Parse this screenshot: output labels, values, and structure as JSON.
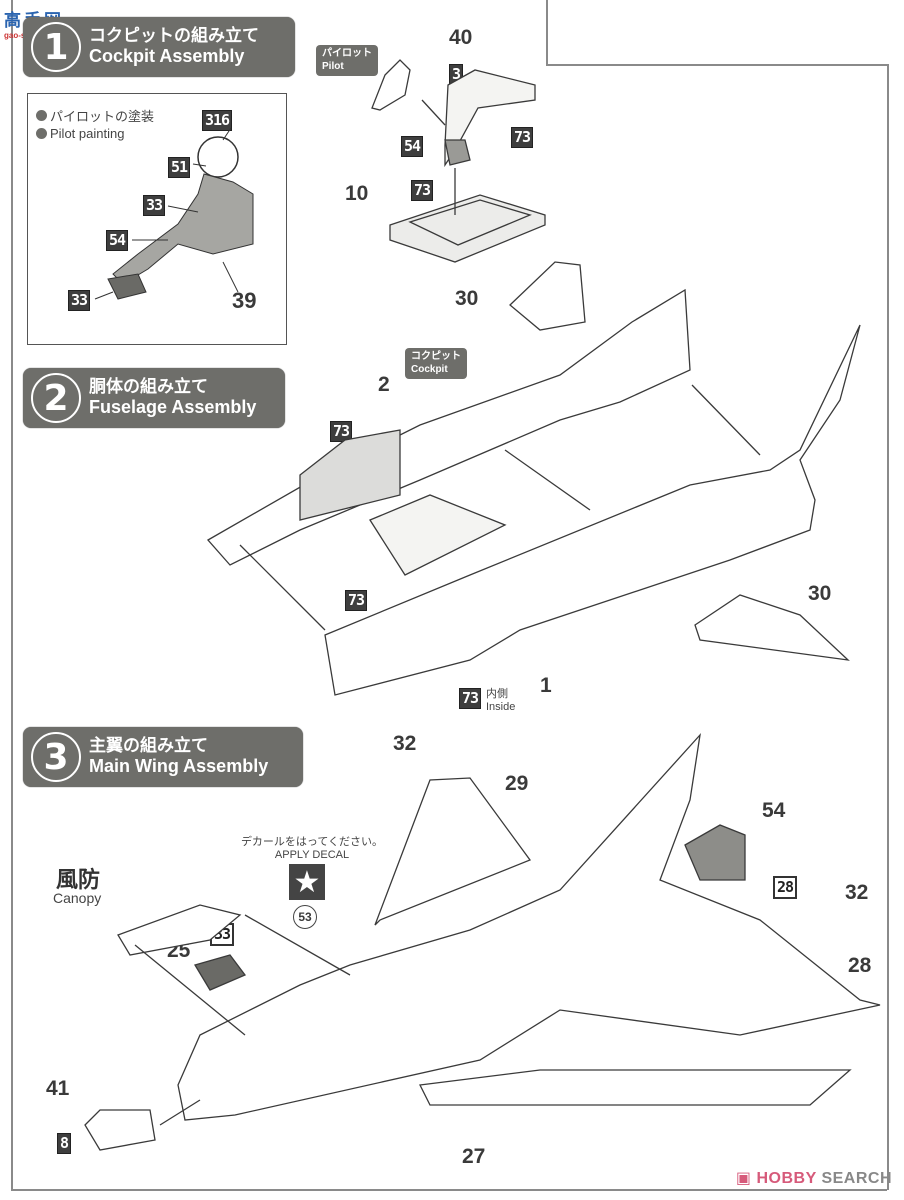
{
  "watermark": {
    "top": "高手网",
    "bottom": "gao-shou.com"
  },
  "steps": [
    {
      "number": "1",
      "title_jp": "コクピットの組み立て",
      "title_en": "Cockpit Assembly"
    },
    {
      "number": "2",
      "title_jp": "胴体の組み立て",
      "title_en": "Fuselage Assembly"
    },
    {
      "number": "3",
      "title_jp": "主翼の組み立て",
      "title_en": "Main Wing Assembly"
    }
  ],
  "pilot_painting": {
    "legend_jp": "パイロットの塗装",
    "legend_en": "Pilot painting",
    "callouts": [
      "316",
      "51",
      "33",
      "54",
      "33"
    ],
    "part": "39"
  },
  "step1": {
    "pilot_tag_jp": "パイロット",
    "pilot_tag_en": "Pilot",
    "parts": [
      "40",
      "10"
    ],
    "paint_codes": [
      "3",
      "54",
      "73",
      "73"
    ]
  },
  "step2": {
    "cockpit_tag_jp": "コクピット",
    "cockpit_tag_en": "Cockpit",
    "parts": [
      "2",
      "30",
      "30",
      "1"
    ],
    "paint_codes": [
      "73",
      "73",
      "73"
    ],
    "inside_jp": "内側",
    "inside_en": "Inside"
  },
  "step3": {
    "parts": [
      "32",
      "29",
      "54",
      "32",
      "28",
      "25",
      "41",
      "27"
    ],
    "paint_codes": [
      "33",
      "28",
      "8"
    ],
    "canopy_jp": "風防",
    "canopy_en": "Canopy",
    "decal_note_jp": "デカールをはってください。",
    "decal_note_en": "APPLY DECAL",
    "decal_number": "53",
    "decal_icon": "star-icon"
  },
  "footer": {
    "brand_a": "HOBBY",
    "brand_b": "SEARCH",
    "logo_icon": "hobby-search-logo-icon"
  },
  "colors": {
    "header_bg": "#6e6e6a",
    "paint_box": "#3e3e3e",
    "line": "#3a3a3a",
    "brand_pink": "#d65a7a"
  }
}
